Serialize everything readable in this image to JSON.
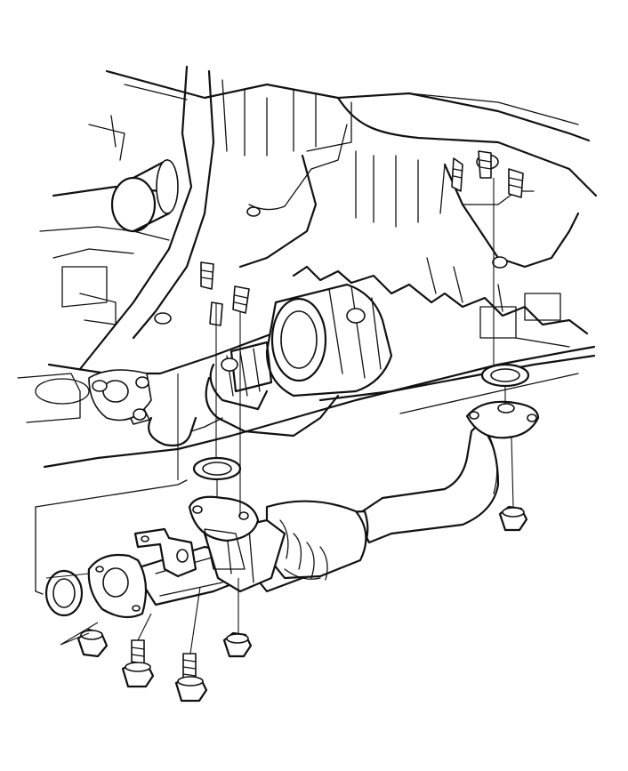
{
  "diagram": {
    "subject": "exhaust-front-pipe-exploded-view",
    "line_color": "#111111",
    "background": "#ffffff",
    "parts": [
      {
        "name": "body-floor-and-engine-underside"
      },
      {
        "name": "catalytic-converter"
      },
      {
        "name": "front-exhaust-pipe"
      },
      {
        "name": "rear-flange"
      },
      {
        "name": "front-flange"
      },
      {
        "name": "gasket-front"
      },
      {
        "name": "gasket-middle"
      },
      {
        "name": "gasket-rear"
      },
      {
        "name": "nut-front-left"
      },
      {
        "name": "nut-middle"
      },
      {
        "name": "nut-rear"
      },
      {
        "name": "bolt-left"
      },
      {
        "name": "bolt-right"
      },
      {
        "name": "pipe-bracket"
      },
      {
        "name": "stud-pair-manifold"
      },
      {
        "name": "stud-pair-converter"
      },
      {
        "name": "stud-pair-rear"
      }
    ]
  }
}
